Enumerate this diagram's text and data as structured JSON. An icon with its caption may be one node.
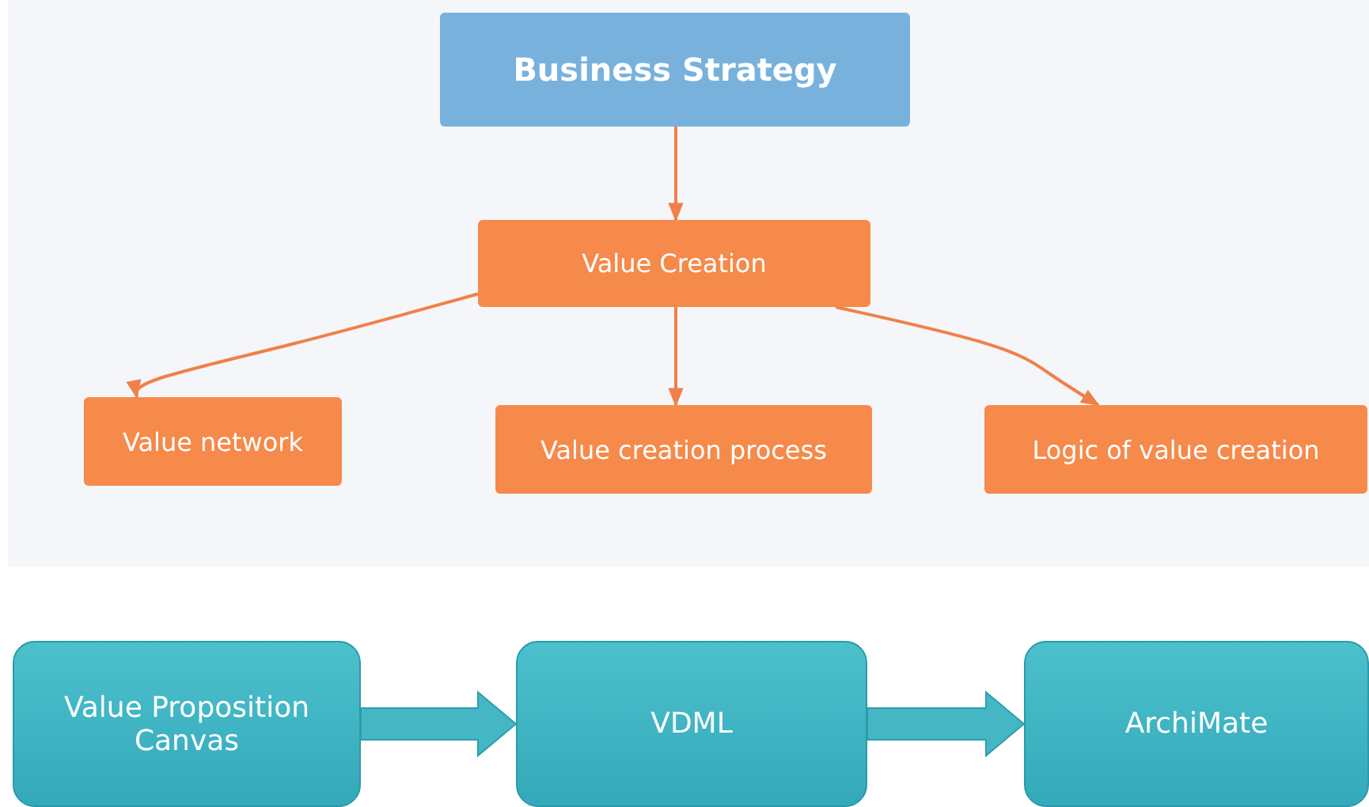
{
  "diagram": {
    "nodes": [
      {
        "text": [
          "Business Strategy"
        ]
      },
      {
        "text": [
          "Value Creation"
        ]
      },
      {
        "text": [
          "Value network"
        ]
      },
      {
        "text": [
          "Value creation process"
        ]
      },
      {
        "text": [
          "Logic of value creation"
        ]
      },
      {
        "text": [
          "Value Proposition Canvas"
        ]
      },
      {
        "text": [
          "VDML"
        ]
      },
      {
        "text": [
          "ArchiMate"
        ]
      }
    ],
    "edges": [
      {
        "from": 0,
        "to": 1,
        "arrow": "to"
      },
      {
        "from": 1,
        "to": 2,
        "arrow": "to"
      },
      {
        "from": 1,
        "to": 3,
        "arrow": "to"
      },
      {
        "from": 1,
        "to": 4,
        "arrow": "to"
      },
      {
        "from": 5,
        "to": 6,
        "arrow": "to",
        "style": "thick"
      },
      {
        "from": 6,
        "to": 7,
        "arrow": "to",
        "style": "thick"
      }
    ]
  }
}
